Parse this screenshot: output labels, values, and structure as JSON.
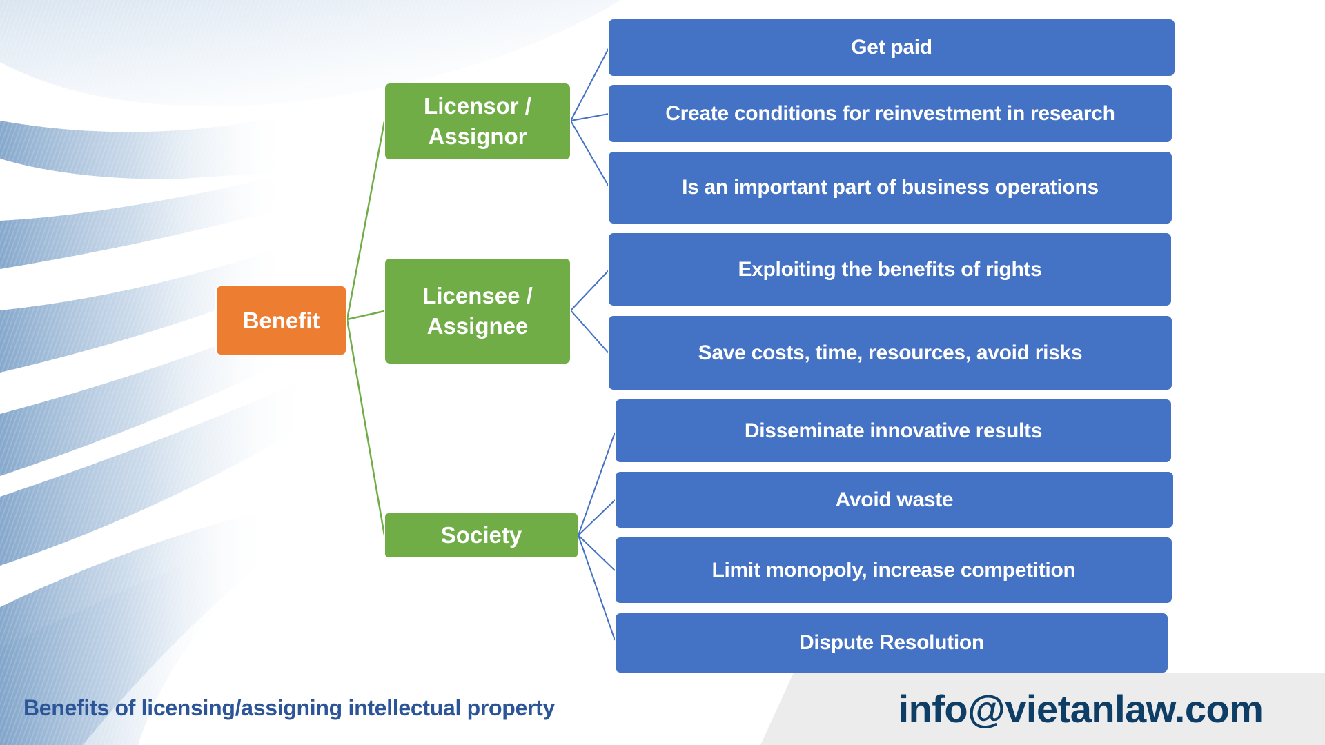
{
  "colors": {
    "root": "#ed7d31",
    "category": "#70ad47",
    "leaf": "#4472c4",
    "connector_green": "#70ad47",
    "connector_blue": "#4472c4",
    "footer_title": "#2b5597",
    "email": "#0e3d66",
    "footer_panel": "#ececec"
  },
  "diagram": {
    "root": {
      "label": "Benefit"
    },
    "categories": [
      {
        "label_line1": "Licensor /",
        "label_line2": "Assignor",
        "items": [
          "Get paid",
          "Create conditions for reinvestment in research",
          "Is an important part of business operations"
        ]
      },
      {
        "label_line1": "Licensee /",
        "label_line2": "Assignee",
        "items": [
          "Exploiting the benefits of rights",
          "Save costs, time, resources, avoid risks"
        ]
      },
      {
        "label_line1": "Society",
        "label_line2": "",
        "items": [
          "Disseminate innovative results",
          "Avoid waste",
          "Limit monopoly, increase competition",
          "Dispute Resolution"
        ]
      }
    ]
  },
  "footer": {
    "title": "Benefits of licensing/assigning intellectual property",
    "email": "info@vietanlaw.com"
  }
}
